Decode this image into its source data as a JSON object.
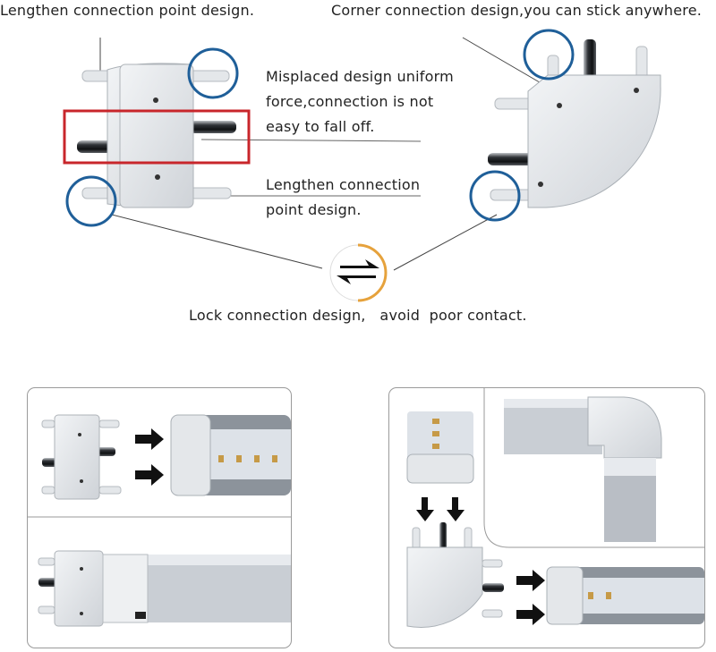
{
  "labels": {
    "lengthen_top": "Lengthen connection point design.",
    "corner": "Corner connection design,you can stick anywhere.",
    "misplaced": "Misplaced design uniform force,connection is not easy to fall off.",
    "lengthen_mid": "Lengthen connection point design.",
    "lock": "Lock connection design,   avoid  poor contact."
  },
  "colors": {
    "highlight_circle": "#1f5f99",
    "highlight_box": "#c8262b",
    "lock_arc": "#e6a23c",
    "connector_body": "#e8ebef",
    "tube_body": "#c9ced4"
  },
  "icons": [
    "double-arrow-icon",
    "arrow-right-icon",
    "arrow-down-icon"
  ]
}
